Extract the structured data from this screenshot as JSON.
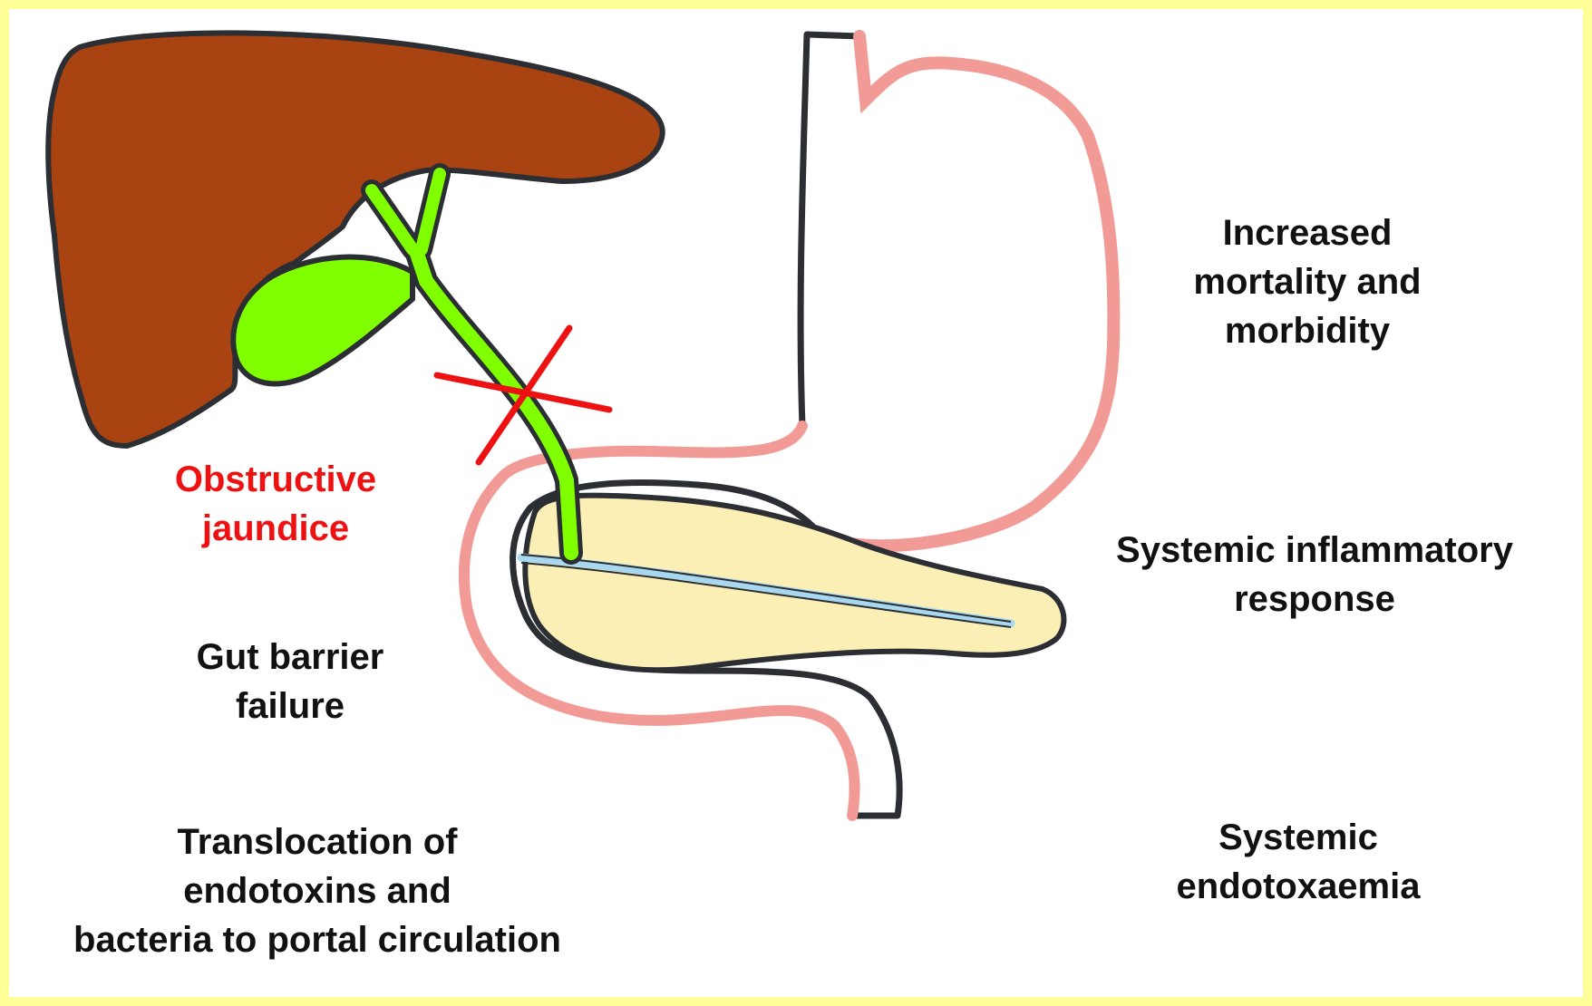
{
  "colors": {
    "background": "#ffffff",
    "frame": "#ffff99",
    "outline": "#2b2e33",
    "liver": "#a94312",
    "bile": "#7fff00",
    "gut_wall": "#f29a95",
    "pancreas": "#fbefb5",
    "pancreatic_duct": "#a8d8f0",
    "obstruction_mark": "#ee1111"
  },
  "icons": {
    "liver": "liver-icon",
    "gallbladder": "gallbladder-icon",
    "bile_duct": "bile-duct-icon",
    "obstruction": "cross-icon",
    "stomach_duodenum": "stomach-duodenum-icon",
    "pancreas": "pancreas-icon"
  },
  "labels": {
    "obstructive_jaundice": [
      "Obstructive",
      "jaundice"
    ],
    "gut_barrier_failure": [
      "Gut barrier",
      "failure"
    ],
    "translocation": [
      "Translocation of",
      "endotoxins and",
      "bacteria to portal circulation"
    ],
    "increased_mortality": [
      "Increased",
      "mortality and",
      "morbidity"
    ],
    "systemic_inflammatory": [
      "Systemic inflammatory",
      "response"
    ],
    "systemic_endotoxaemia": [
      "Systemic",
      "endotoxaemia"
    ]
  }
}
